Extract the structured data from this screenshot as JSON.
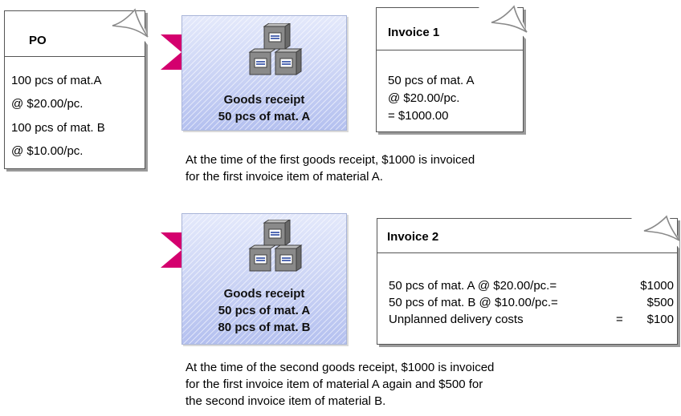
{
  "po": {
    "title": "PO",
    "lines": [
      "100 pcs of mat.A",
      "@  $20.00/pc.",
      "100 pcs of mat. B",
      "@  $10.00/pc."
    ]
  },
  "goods_receipt_1": {
    "lines": [
      "Goods receipt",
      "50 pcs of mat. A"
    ]
  },
  "invoice_1": {
    "title": "Invoice 1",
    "lines": [
      "50 pcs of mat. A",
      "@  $20.00/pc.",
      "= $1000.00"
    ]
  },
  "caption_1": {
    "lines": [
      "At the time of the first goods receipt, $1000 is invoiced",
      "for the first invoice item of material A."
    ]
  },
  "goods_receipt_2": {
    "lines": [
      "Goods receipt",
      "50 pcs of mat. A",
      "80 pcs of mat. B"
    ]
  },
  "invoice_2": {
    "title": "Invoice 2",
    "rows": [
      {
        "text": "50 pcs of mat. A @ $20.00/pc.=",
        "amount": "$1000",
        "op": ""
      },
      {
        "text": "50 pcs of mat. B @ $10.00/pc.=",
        "amount": "$500",
        "op": ""
      },
      {
        "text": "Unplanned delivery costs",
        "amount": "$100",
        "op": "="
      }
    ]
  },
  "caption_2": {
    "lines": [
      "At the time of the second goods receipt, $1000 is invoiced",
      "for the first invoice item of material A again and $500 for",
      "the second invoice item of material B."
    ]
  },
  "colors": {
    "arrow_dark": "#d4006e",
    "arrow_light": "#f080c4",
    "goods_box_top": "#e4e9fb",
    "goods_box_bottom": "#b4c0ef",
    "crate": "#7d7d7d"
  }
}
